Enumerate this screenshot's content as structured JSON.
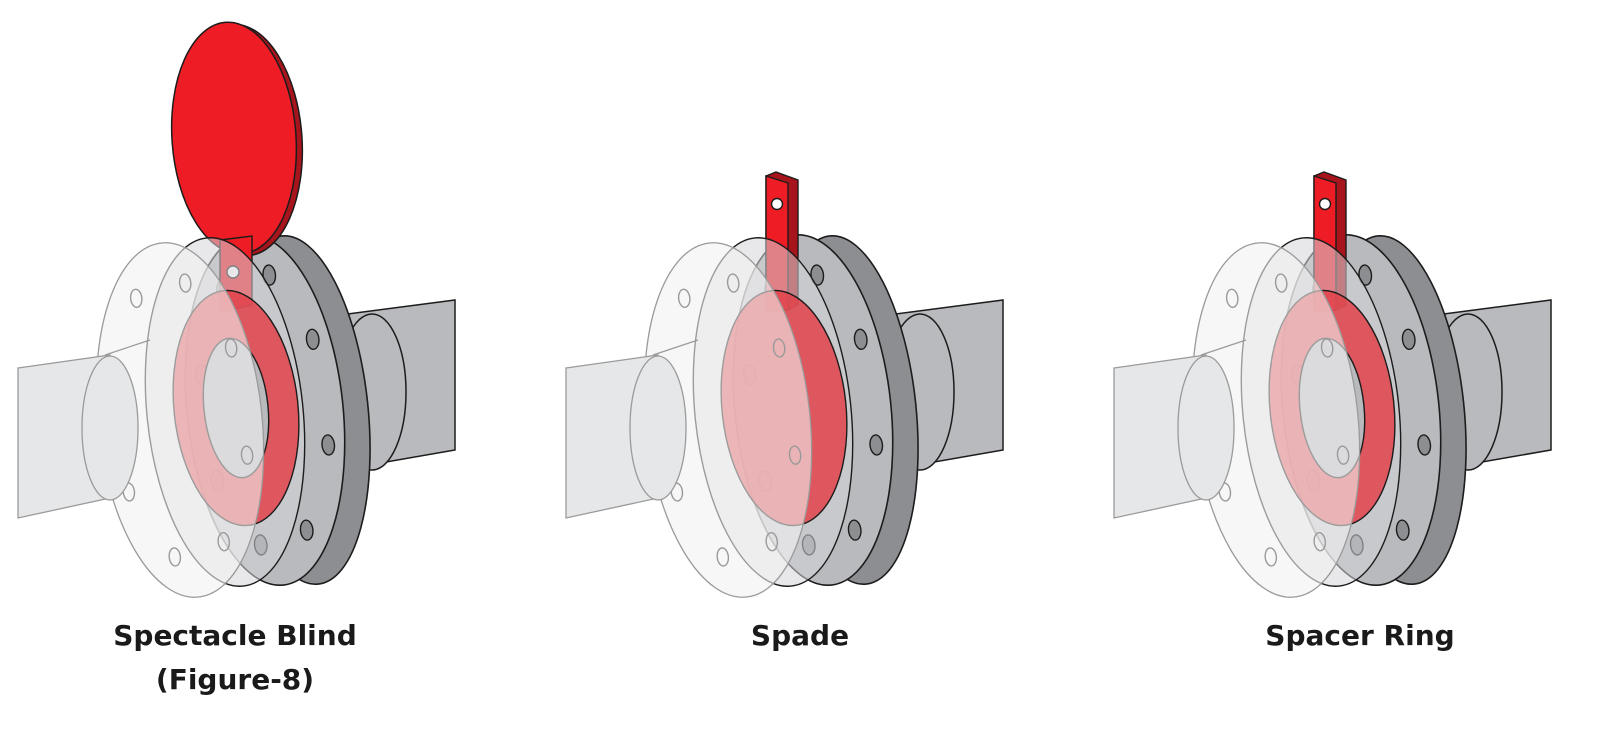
{
  "figures": [
    {
      "id": "spectacle",
      "caption_lines": [
        "Spectacle Blind",
        "(Figure-8)"
      ],
      "plate": "spectacle"
    },
    {
      "id": "spade",
      "caption_lines": [
        "Spade"
      ],
      "plate": "spade"
    },
    {
      "id": "spacer",
      "caption_lines": [
        "Spacer Ring"
      ],
      "plate": "ring"
    }
  ],
  "colors": {
    "plate_red": "#ee1c25",
    "plate_red_dark": "#a8141b",
    "plate_translucent": "#e2424a",
    "flange_dark": "#8d8e92",
    "flange_mid": "#b9babd",
    "flange_light": "#d5d6d8",
    "pipe_light": "#e6e7e8",
    "outline": "#1c1c1c",
    "faint_outline": "#9a9a9a"
  }
}
